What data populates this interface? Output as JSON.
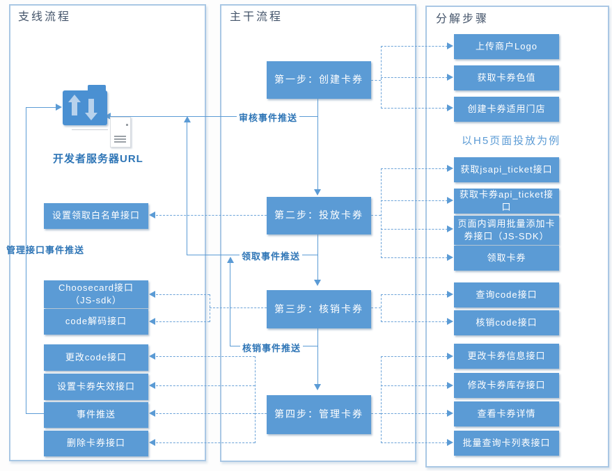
{
  "left_panel": {
    "title": "支线流程",
    "server_label": "开发者服务器URL",
    "manage_event_label": "管理接口事件推送",
    "boxes": [
      "设置领取白名单接口",
      "Choosecard接口（JS-sdk）",
      "code解码接口",
      "更改code接口",
      "设置卡券失效接口",
      "事件推送",
      "删除卡券接口"
    ]
  },
  "middle_panel": {
    "title": "主干流程",
    "steps": [
      "第一步：创建卡券",
      "第二步：投放卡券",
      "第三步：核销卡券",
      "第四步：管理卡券"
    ],
    "event_labels": [
      "审核事件推送",
      "领取事件推送",
      "核销事件推送"
    ]
  },
  "right_panel": {
    "title": "分解步骤",
    "h5_note": "以H5页面投放为例",
    "boxes": [
      "上传商户Logo",
      "获取卡券色值",
      "创建卡券适用门店",
      "获取jsapi_ticket接口",
      "获取卡券api_ticket接口",
      "页面内调用批量添加卡券接口（JS-SDK）",
      "领取卡券",
      "查询code接口",
      "核销code接口",
      "更改卡券信息接口",
      "修改卡券库存接口",
      "查看卡券详情",
      "批量查询卡列表接口"
    ]
  },
  "colors": {
    "node_fill": "#5b9bd5",
    "solid_line": "#5b9bd5",
    "dashed_line": "#6aa2d8",
    "event_label_text": "#2e75b6",
    "panel_border": "#a9c7e4",
    "panel_title_text": "#44546a",
    "folder_icon_fill": "#4a90d2"
  }
}
